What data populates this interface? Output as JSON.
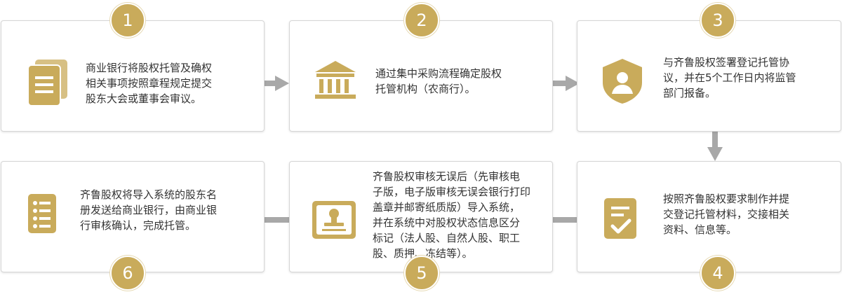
{
  "colors": {
    "accent": "#c9ab5b",
    "arrow": "#a8a8a8",
    "text": "#333333",
    "border": "#d6d6d6"
  },
  "steps": [
    {
      "number": "1",
      "icon": "documents-icon",
      "text": "商业银行将股权托管及确权\n相关事项按照章程规定提交\n股东大会或董事会审议。"
    },
    {
      "number": "2",
      "icon": "bank-building-icon",
      "text": "通过集中采购流程确定股权\n托管机构（农商行）。"
    },
    {
      "number": "3",
      "icon": "user-shield-icon",
      "text": "与齐鲁股权签署登记托管协\n议，并在5个工作日内将监管\n部门报备。"
    },
    {
      "number": "4",
      "icon": "document-check-icon",
      "text": "按照齐鲁股权要求制作并提\n交登记托管材料，交接相关\n资料、信息等。"
    },
    {
      "number": "5",
      "icon": "seal-stamp-icon",
      "text": "齐鲁股权审核无误后（先审核电\n子版，电子版审核无误会银行打印\n盖章并邮寄纸质版）导入系统，\n并在系统中对股权状态信息区分\n标记（法人股、自然人股、职工\n股、质押、冻结等）。"
    },
    {
      "number": "6",
      "icon": "checklist-icon",
      "text": "齐鲁股权将导入系统的股东名\n册发送给商业银行，由商业银\n行审核确认，完成托管。"
    }
  ]
}
